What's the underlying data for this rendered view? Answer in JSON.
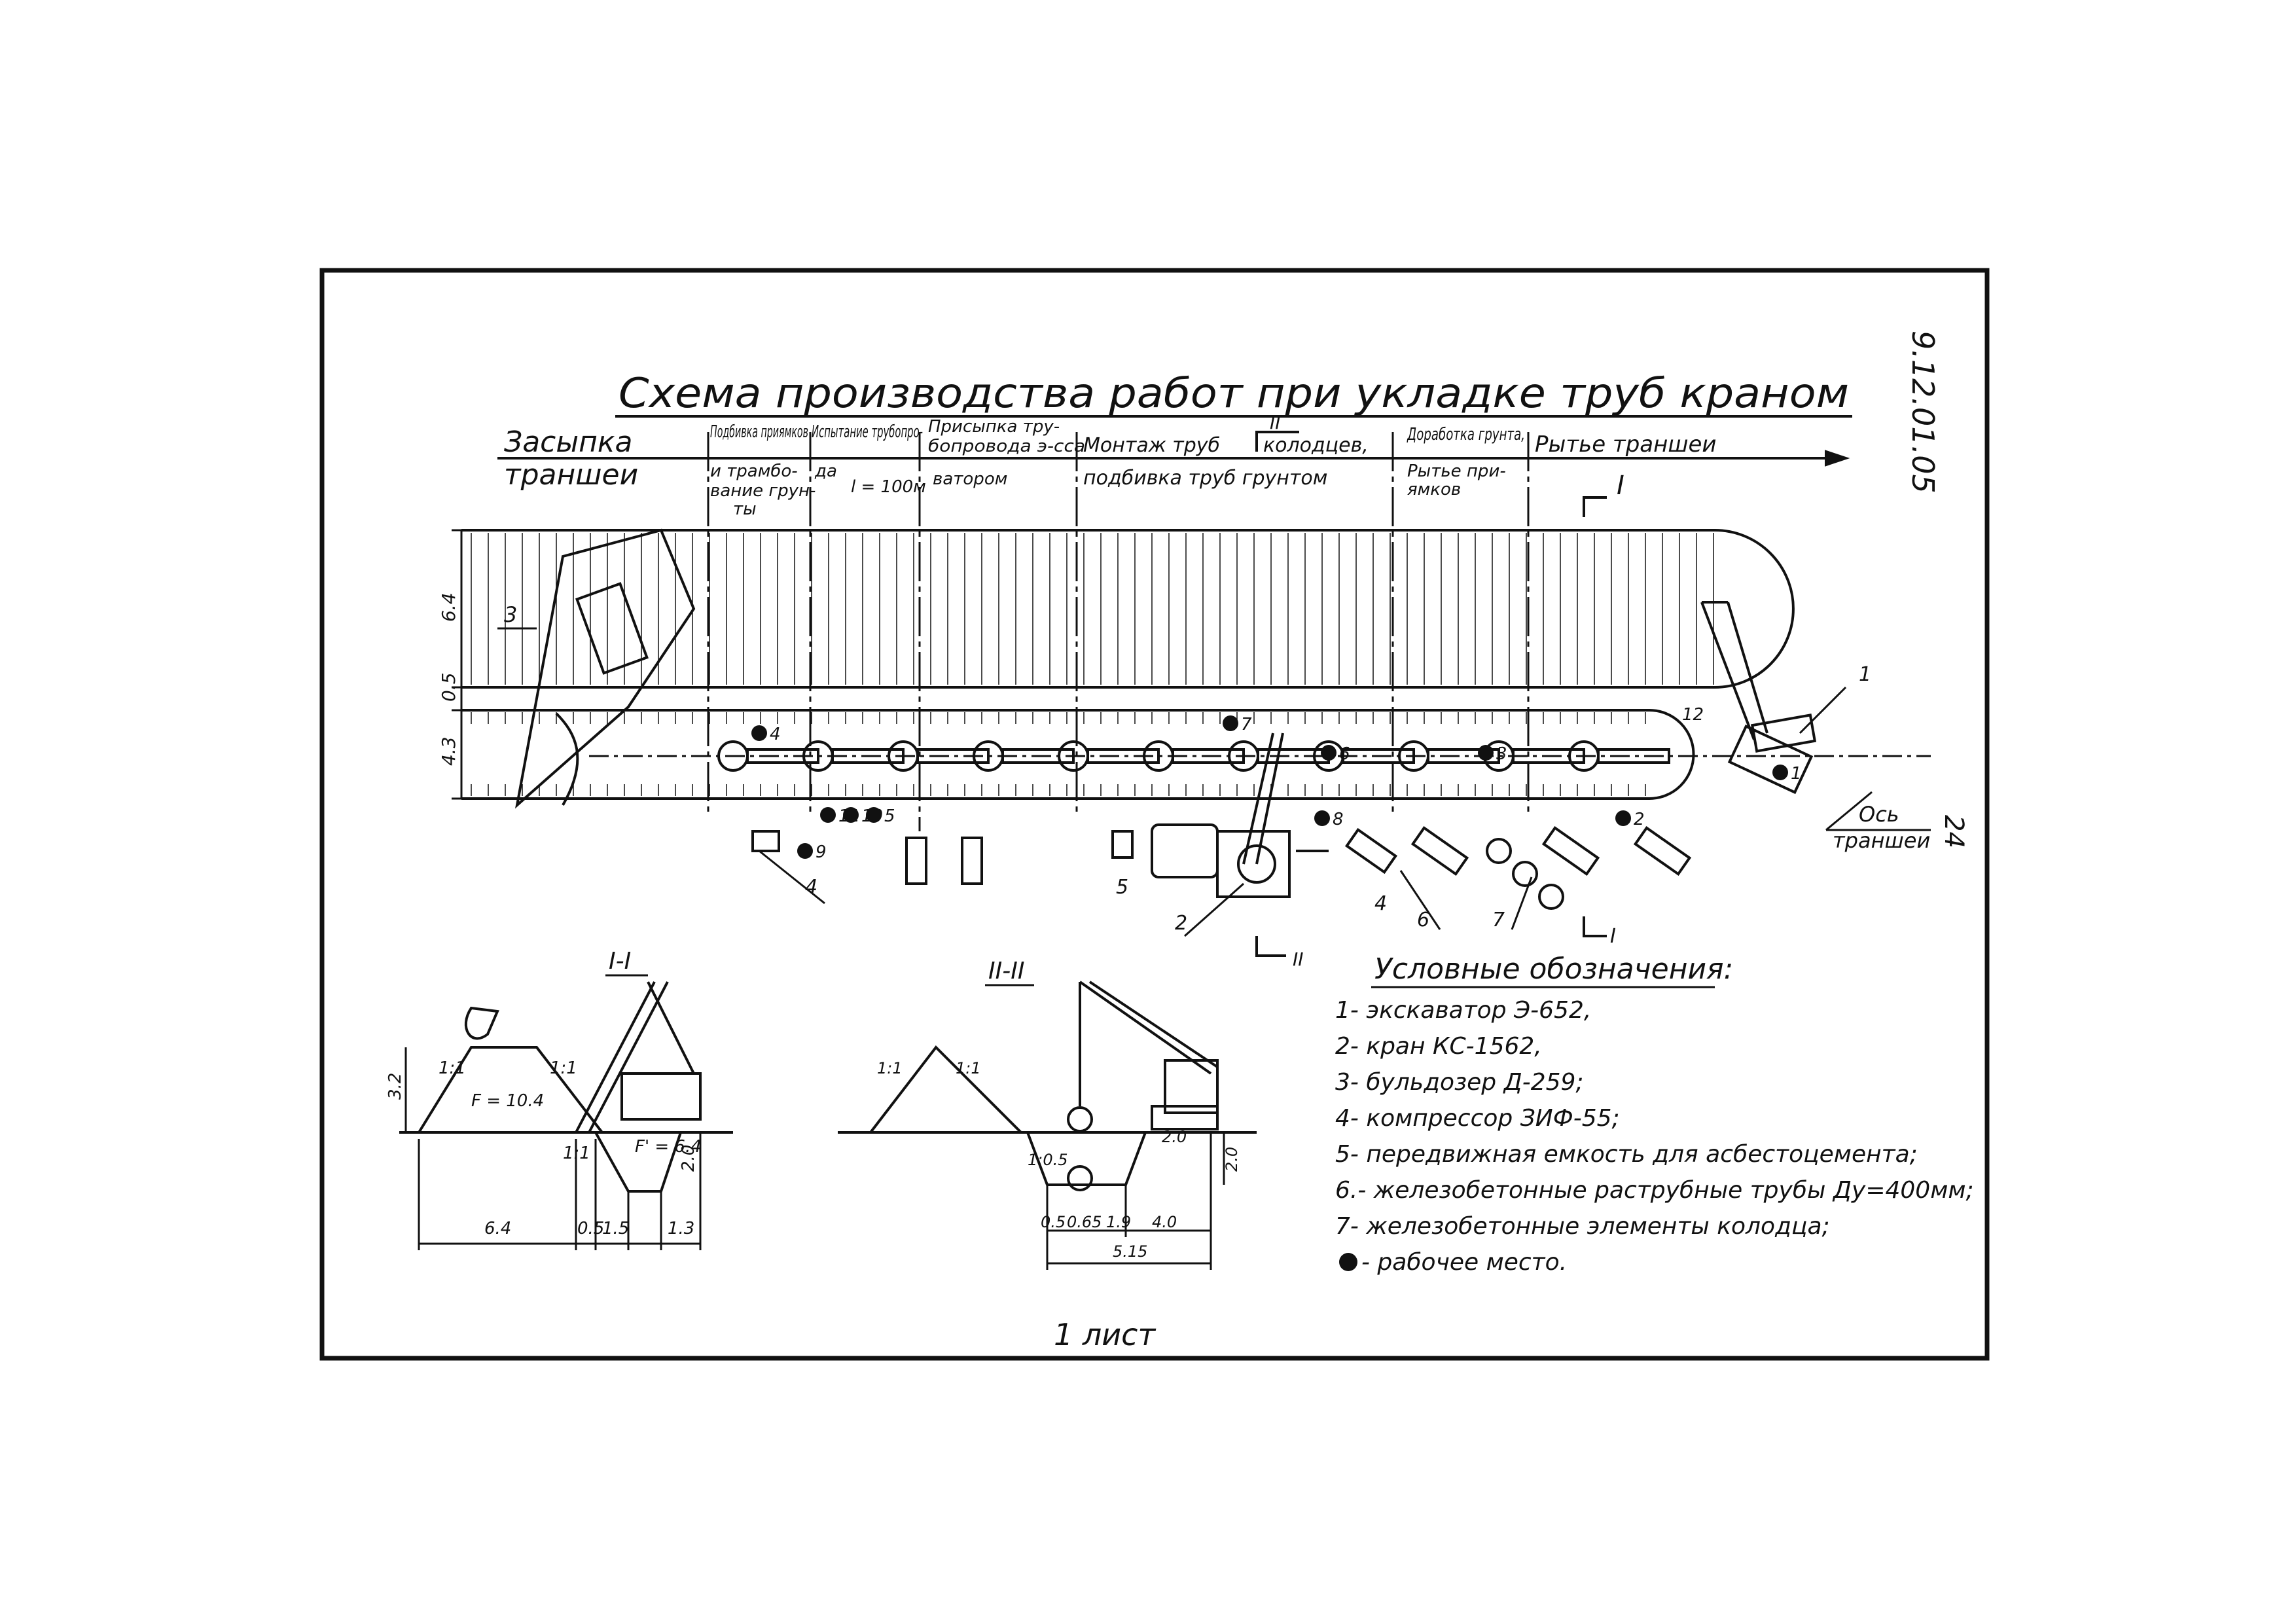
{
  "doc_code": "9.12.01.05",
  "page_number": "24",
  "title": "Схема производства работ при укладке труб краном",
  "stages": [
    {
      "top": "Засыпка",
      "bottom": "траншеи",
      "bottom2": ""
    },
    {
      "top": "Подбивка приямков",
      "bottom": "и трамбо-",
      "bottom2": "вание грун-"
    },
    {
      "top": "Испытание трубопро-",
      "bottom": "да",
      "bottom2": ""
    },
    {
      "top": "Присыпка тру-",
      "bottom": "бопровода э-сса",
      "bottom2": "ватором"
    },
    {
      "top": "Монтаж труб",
      "bottom": "подбивка труб грунтом",
      "bottom2": ""
    },
    {
      "top": "колодцев,",
      "bottom": "",
      "bottom2": ""
    },
    {
      "top": "Доработка грунта,",
      "bottom": "Рытье при-",
      "bottom2": "ямков"
    },
    {
      "top": "Рытье траншеи",
      "bottom": "",
      "bottom2": ""
    }
  ],
  "stage_extra": {
    "ty": "ты",
    "length": "l = 100м"
  },
  "section_marks": {
    "one": "I",
    "two": "II"
  },
  "plan_dims": [
    "6.4",
    "0.5",
    "4.3"
  ],
  "workplaces": [
    "4",
    "7",
    "8",
    "3",
    "1",
    "2",
    "9",
    "11",
    "10",
    "5",
    "6"
  ],
  "plan_callouts": [
    "3",
    "1",
    "2",
    "4",
    "5",
    "4",
    "6",
    "7"
  ],
  "boom_label": "12",
  "axis_label": {
    "line1": "Ось",
    "line2": "траншеи"
  },
  "section_1": {
    "title": "I-I",
    "dims": {
      "height": "3.2",
      "area": "F = 10.4",
      "slope1": "1:1",
      "slope2": "1:1",
      "slope3": "1:1",
      "trench": "F' = 6.4",
      "depth": "2.0",
      "w1": "6.4",
      "w2": "0.5",
      "w3": "1.5",
      "w4": "1.3"
    }
  },
  "section_2": {
    "title": "II-II",
    "dims": {
      "slope1": "1:1",
      "slope2": "1:1",
      "slope3": "1:0.5",
      "depth": "2.0",
      "small": "2.0",
      "w1": "0.5",
      "w2": "0.65",
      "w3": "1.9",
      "w4": "4.0",
      "total": "5.15"
    }
  },
  "legend": {
    "title": "Условные обозначения:",
    "items": [
      "1- экскаватор Э-652,",
      "2- кран КС-1562,",
      "3- бульдозер Д-259;",
      "4- компрессор ЗИФ-55;",
      "5- передвижная емкость для асбестоцемента;",
      "6.- железобетонные раструбные трубы Ду=400мм;",
      "7- железобетонные элементы колодца;",
      "- рабочее место."
    ]
  },
  "footer": "1 лист"
}
